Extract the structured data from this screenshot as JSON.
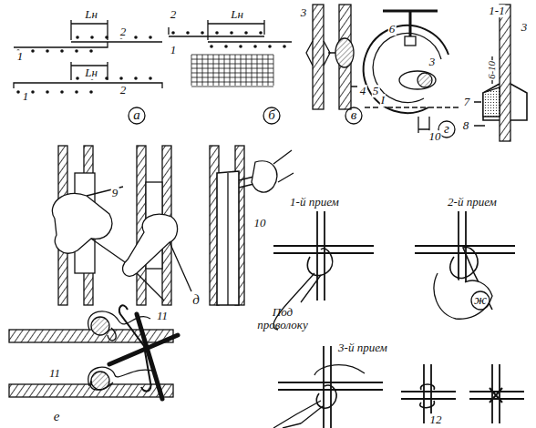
{
  "diagram": {
    "labels": [
      "1",
      "2",
      "Lн",
      "1",
      "Lн",
      "2",
      "а",
      "2",
      "1",
      "Lн",
      "б",
      "3",
      "4",
      "в",
      "1-1",
      "6",
      "3",
      "5",
      "I",
      "I",
      "10",
      "г",
      "3",
      "6-10",
      "7",
      "8",
      "9",
      "10",
      "д",
      "11",
      "11",
      "е",
      "1-й прием",
      "2-й прием",
      "Под проволоку",
      "3-й прием",
      "ж",
      "12"
    ]
  }
}
